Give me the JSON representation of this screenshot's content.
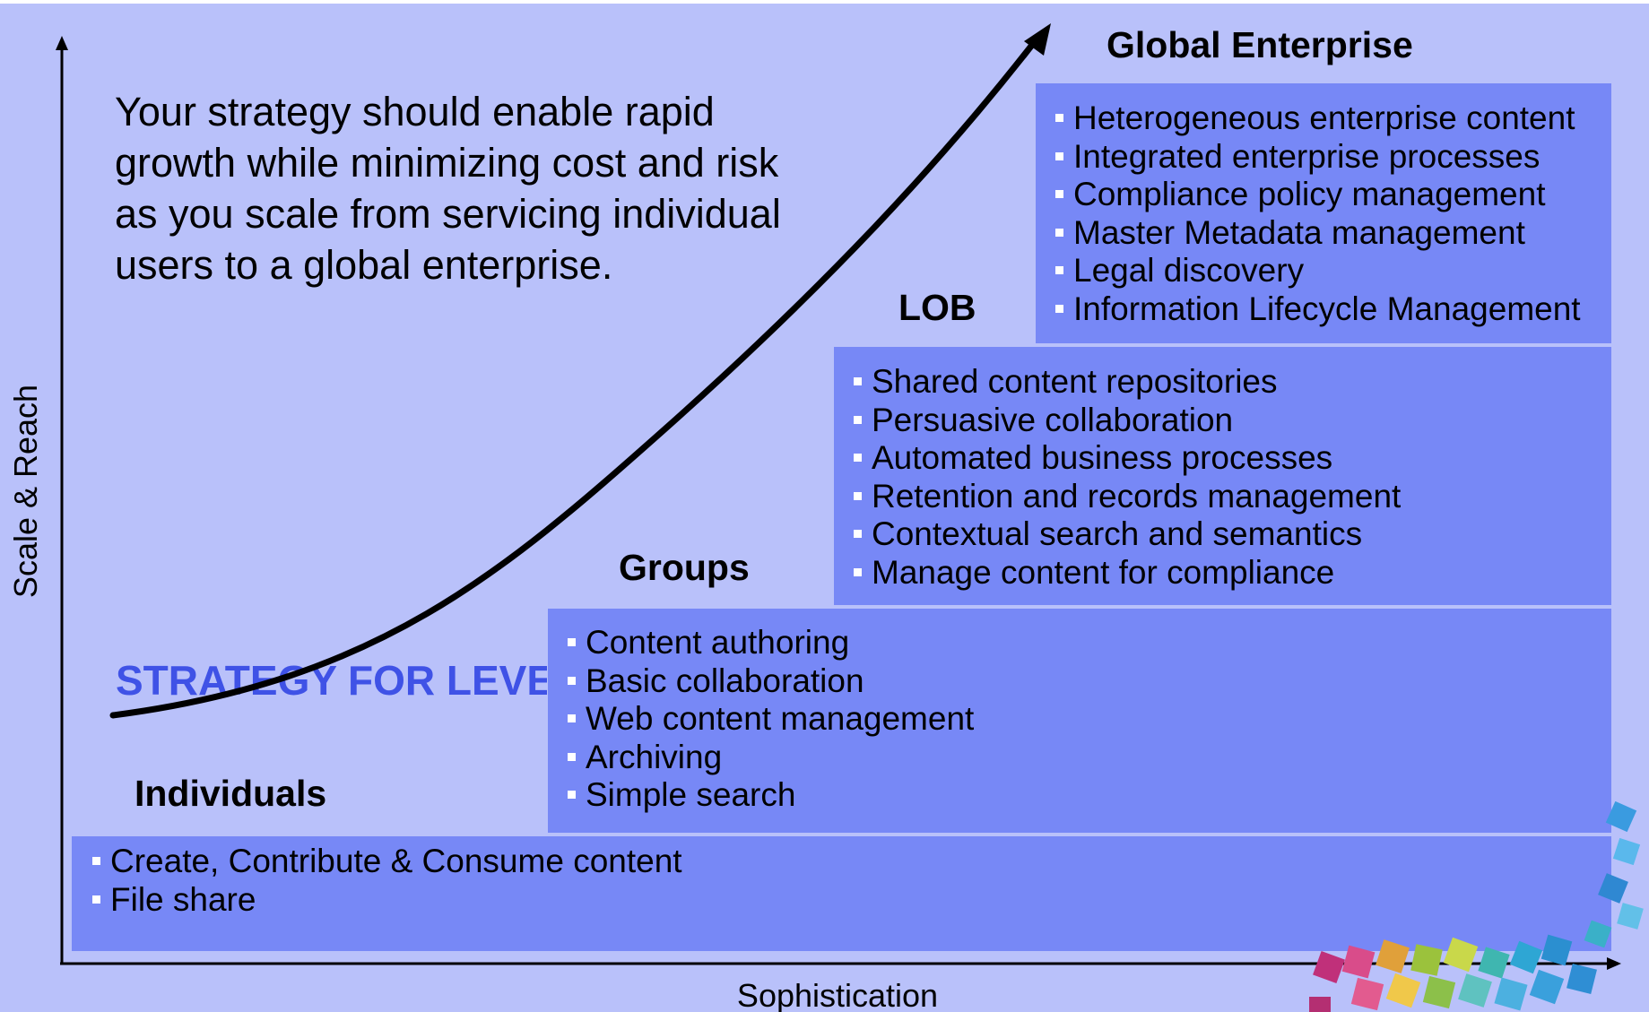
{
  "intro_text": "Your strategy should enable rapid growth while minimizing cost and risk as you scale from servicing individual users to a global enterprise.",
  "watermark_text": "STRATEGY FOR LEVERAGING",
  "axes": {
    "y_label": "Scale & Reach",
    "x_label": "Sophistication"
  },
  "tiers": {
    "individuals": {
      "title": "Individuals",
      "items": [
        "Create, Contribute & Consume content",
        "File share"
      ]
    },
    "groups": {
      "title": "Groups",
      "items": [
        "Content authoring",
        "Basic collaboration",
        "Web content management",
        "Archiving",
        "Simple search"
      ]
    },
    "lob": {
      "title": "LOB",
      "items": [
        "Shared content repositories",
        "Persuasive collaboration",
        "Automated business processes",
        "Retention and records management",
        "Contextual search and semantics",
        "Manage content for compliance"
      ]
    },
    "global": {
      "title": "Global Enterprise",
      "items": [
        "Heterogeneous enterprise content",
        "Integrated enterprise processes",
        "Compliance policy management",
        "Master Metadata management",
        "Legal discovery",
        "Information Lifecycle Management"
      ]
    }
  },
  "colors": {
    "background": "#b9c1fa",
    "band": "#7788f6",
    "watermark": "#3f52e6",
    "bullet": "#ffffff"
  },
  "icons": {
    "decoration": "stacked-cubes-decoration"
  }
}
